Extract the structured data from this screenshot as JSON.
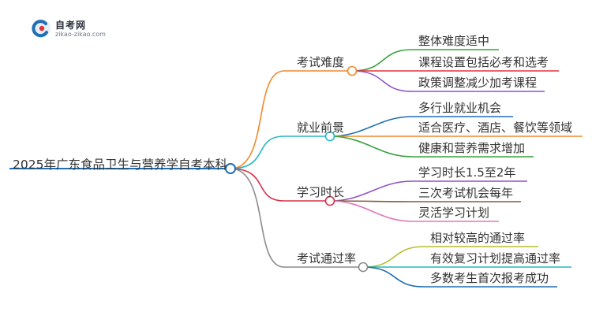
{
  "logo": {
    "title": "自考网",
    "subtitle": "zikao-zikao.com"
  },
  "root": {
    "label": "2025年广东食品卫生与营养学自考本科",
    "color": "#1f6fb2"
  },
  "branches": [
    {
      "label": "考试难度",
      "color": "#f0892c",
      "children": [
        {
          "label": "整体难度适中",
          "color": "#3aa23f"
        },
        {
          "label": "课程设置包括必考和选考",
          "color": "#e0333a"
        },
        {
          "label": "政策调整减少加考课程",
          "color": "#8e54c9"
        }
      ]
    },
    {
      "label": "就业前景",
      "color": "#23b8c1",
      "children": [
        {
          "label": "多行业就业机会",
          "color": "#1f6fb2"
        },
        {
          "label": "适合医疗、酒店、餐饮等领域",
          "color": "#f0892c"
        },
        {
          "label": "健康和营养需求增加",
          "color": "#3aa23f"
        }
      ]
    },
    {
      "label": "学习时长",
      "color": "#d8304a",
      "children": [
        {
          "label": "学习时长1.5至2年",
          "color": "#8e54c9"
        },
        {
          "label": "三次考试机会每年",
          "color": "#8a5a3c"
        },
        {
          "label": "灵活学习计划",
          "color": "#e078b6"
        }
      ]
    },
    {
      "label": "考试通过率",
      "color": "#8c8c8c",
      "children": [
        {
          "label": "相对较高的通过率",
          "color": "#b8bd2e"
        },
        {
          "label": "有效复习计划提高通过率",
          "color": "#23b8c1"
        },
        {
          "label": "多数考生首次报考成功",
          "color": "#1f6fb2"
        }
      ]
    }
  ]
}
